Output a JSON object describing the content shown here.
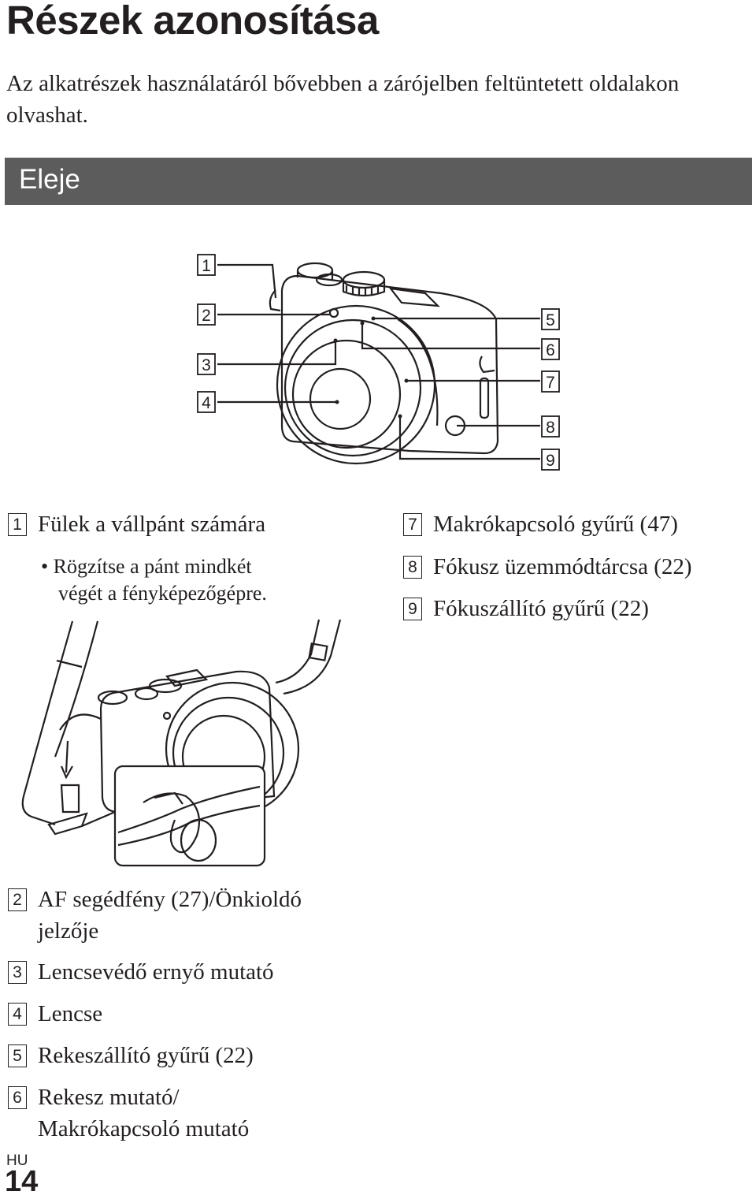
{
  "page_title": "Részek azonosítása",
  "intro": "Az alkatrészek használatáról bővebben a zárójelben feltüntetett oldalakon olvashat.",
  "section": "Eleje",
  "callouts": [
    "1",
    "2",
    "3",
    "4",
    "5",
    "6",
    "7",
    "8",
    "9"
  ],
  "items": [
    {
      "n": "1",
      "text": "Fülek a vállpánt számára"
    },
    {
      "n": "2",
      "text": "AF segédfény (27)/Önkioldó jelzője",
      "line1": "AF segédfény (27)/Önkioldó",
      "line2": "jelzője"
    },
    {
      "n": "3",
      "text": "Lencsevédő ernyő mutató"
    },
    {
      "n": "4",
      "text": "Lencse"
    },
    {
      "n": "5",
      "text": "Rekeszállító gyűrű (22)"
    },
    {
      "n": "6",
      "text": "Rekesz mutató/ Makrókapcsoló mutató",
      "line1": "Rekesz mutató/",
      "line2": "Makrókapcsoló mutató"
    },
    {
      "n": "7",
      "text": "Makrókapcsoló gyűrű (47)"
    },
    {
      "n": "8",
      "text": "Fókusz üzemmódtárcsa (22)"
    },
    {
      "n": "9",
      "text": "Fókuszállító gyűrű (22)"
    }
  ],
  "bullet": {
    "line1": "Rögzítse a pánt mindkét",
    "line2": "végét a fényképezőgépre."
  },
  "footer": {
    "lang": "HU",
    "page": "14"
  }
}
